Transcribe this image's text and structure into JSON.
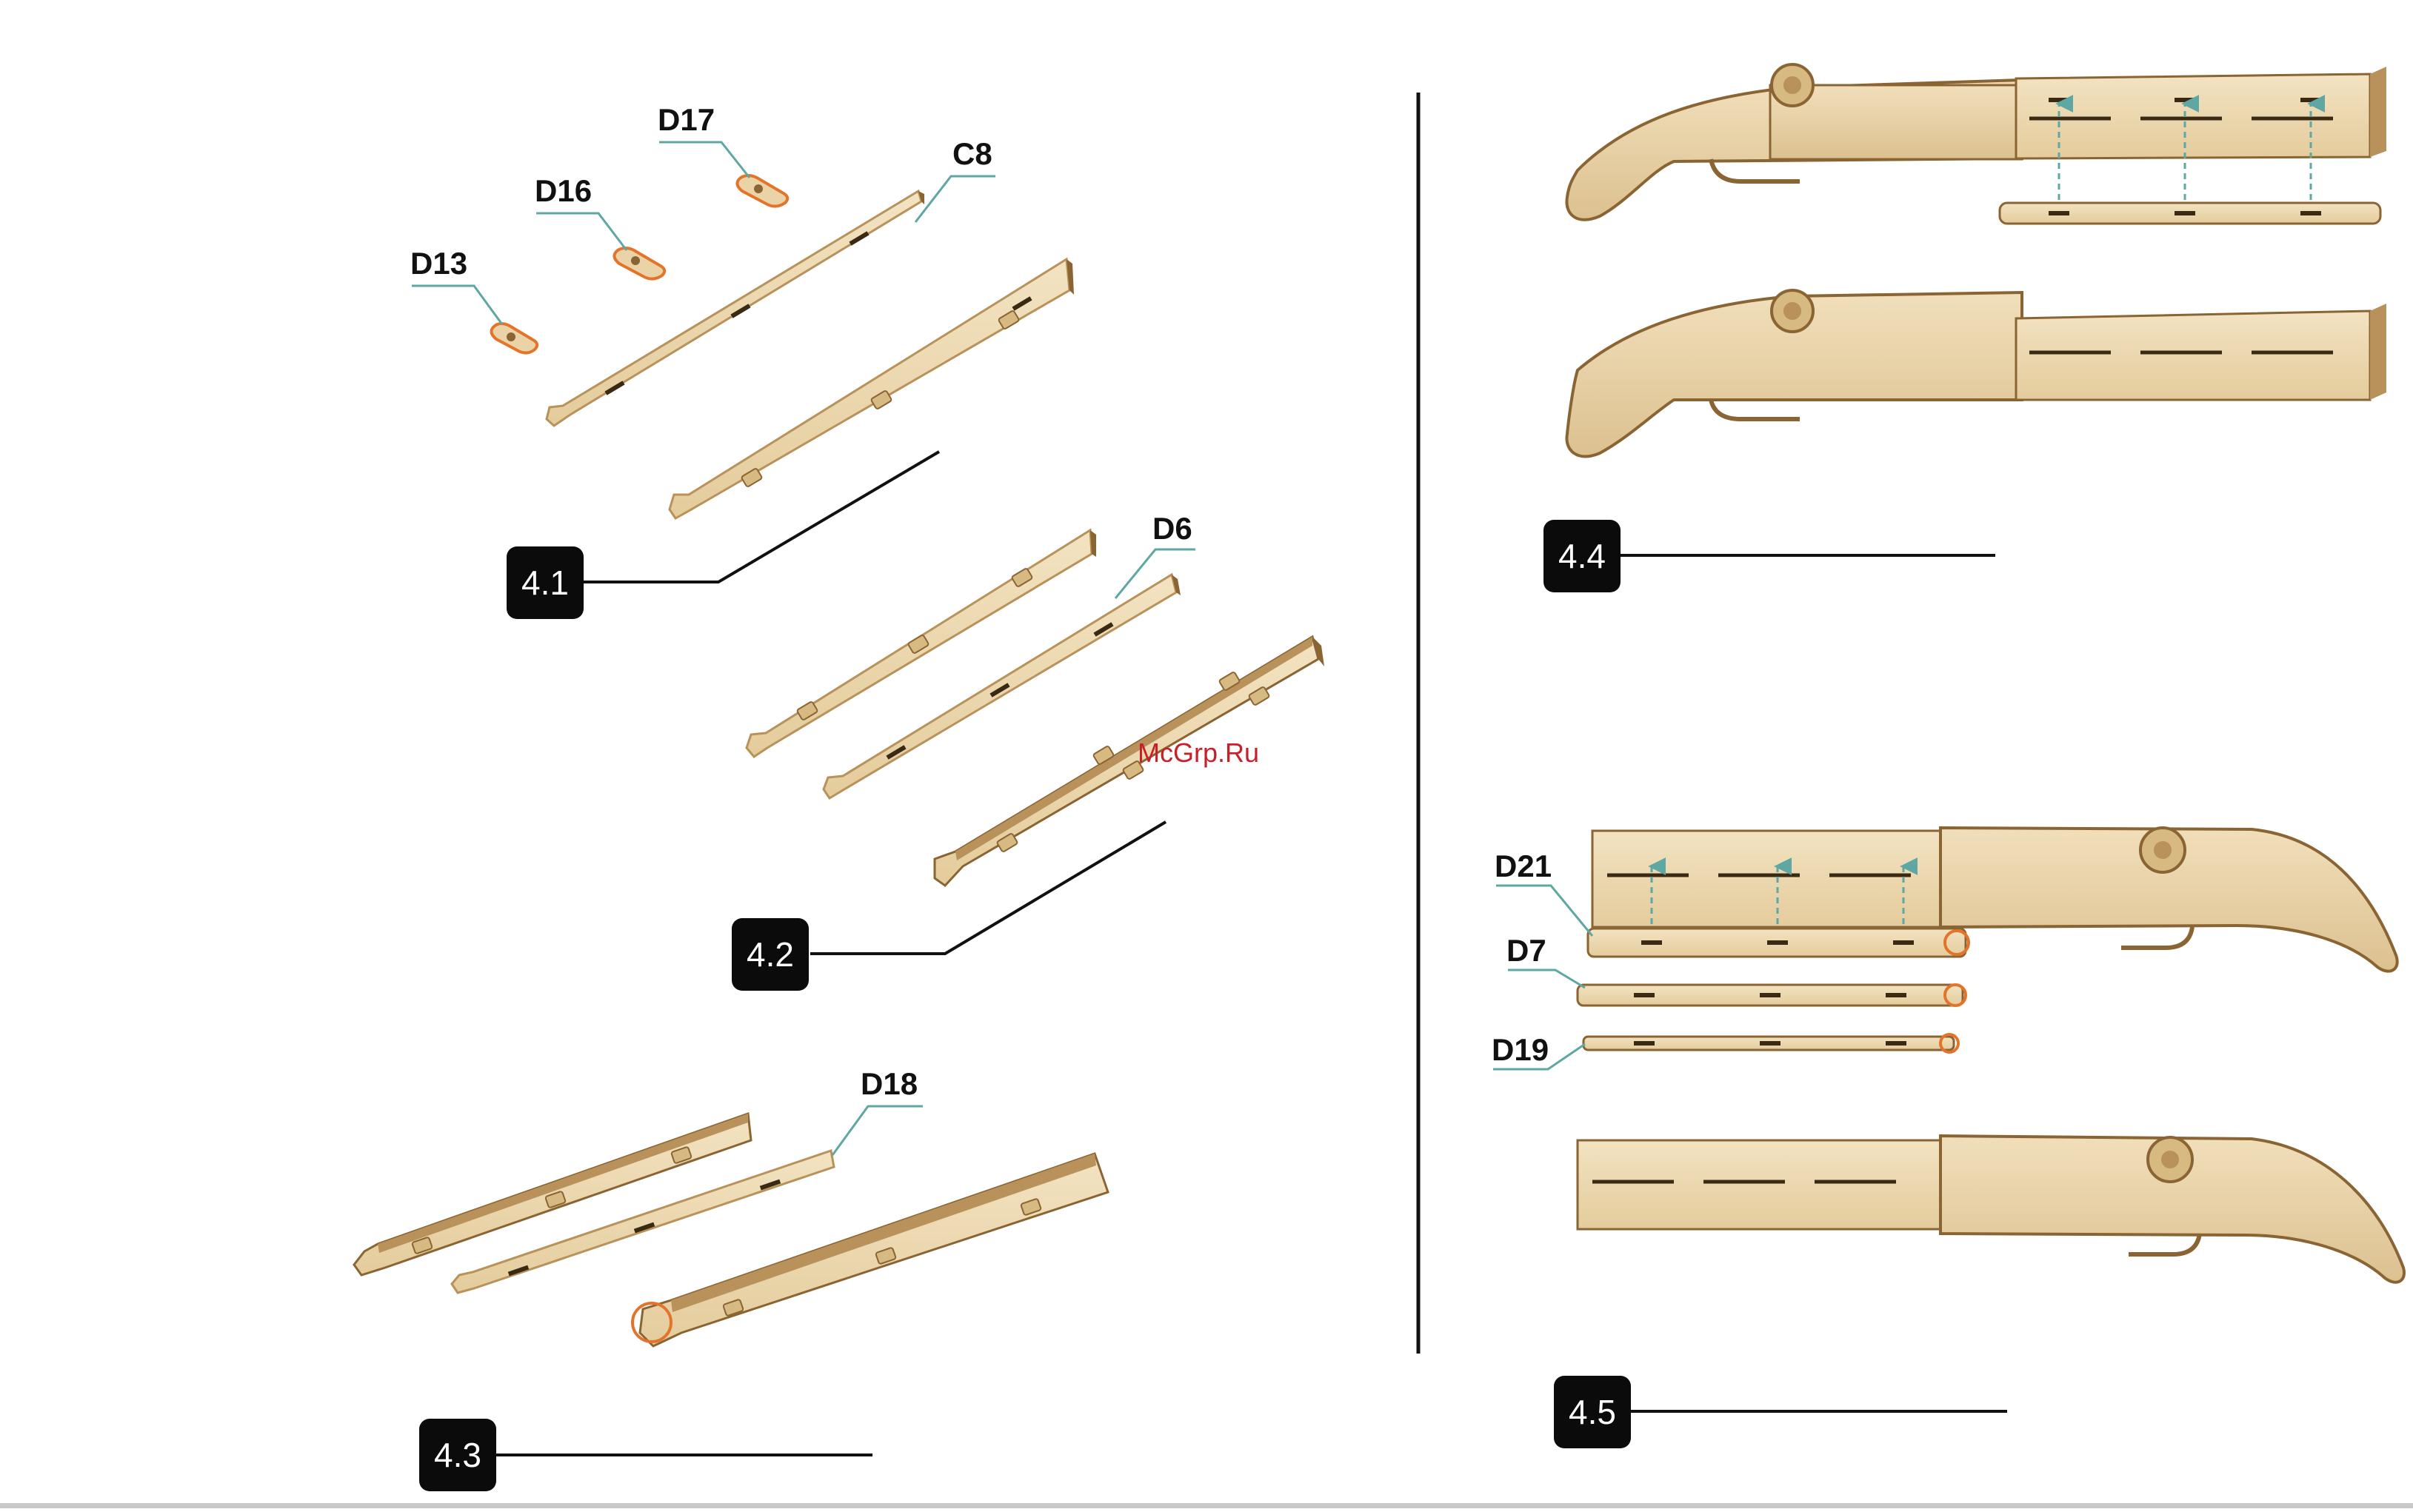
{
  "steps": {
    "s41": "4.1",
    "s42": "4.2",
    "s43": "4.3",
    "s44": "4.4",
    "s45": "4.5"
  },
  "parts": {
    "d17": "D17",
    "d16": "D16",
    "d13": "D13",
    "c8": "C8",
    "d6": "D6",
    "d18": "D18",
    "d21": "D21",
    "d7": "D7",
    "d19": "D19"
  },
  "watermark": "McGrp.Ru",
  "colors": {
    "wood_light": "#efdcb4",
    "wood_face": "#e9d3a7",
    "wood_edge": "#b8925a",
    "wood_dark": "#8a6432",
    "leader": "#5fa7a2",
    "highlight": "#e3742c",
    "badge": "#0b0b0b"
  }
}
